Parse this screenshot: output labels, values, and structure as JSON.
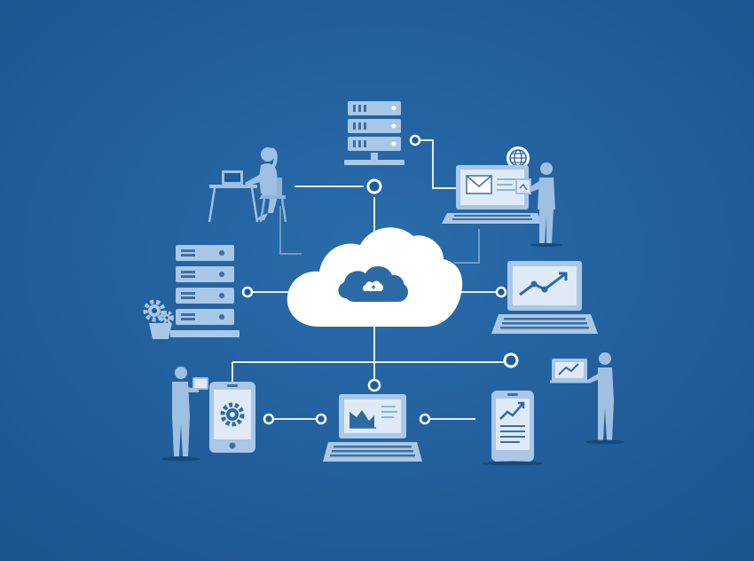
{
  "colors": {
    "background": "#1e5c99",
    "background_center": "#2a6cab",
    "line": "#dfe9f5",
    "icon_light": "#a9c7e6",
    "icon_mid": "#8cb3da",
    "icon_dark": "#3f6f9f",
    "screen": "#dfeaf6",
    "figure": "#9fc0e2",
    "cloud": "#ffffff",
    "cloud_badge": "#2c6aa5"
  },
  "nodes": [
    {
      "id": "cloud-hub",
      "icon": "cloud-icon"
    },
    {
      "id": "server-top",
      "icon": "server-rack-icon"
    },
    {
      "id": "server-left",
      "icon": "server-rack-icon"
    },
    {
      "id": "gears",
      "icon": "gear-icon"
    },
    {
      "id": "woman-at-desk",
      "icon": "person-laptop-icon"
    },
    {
      "id": "email-laptop",
      "icon": "laptop-email-icon"
    },
    {
      "id": "globe",
      "icon": "globe-icon"
    },
    {
      "id": "chart-laptop-right",
      "icon": "laptop-chart-icon"
    },
    {
      "id": "settings-phone",
      "icon": "phone-gear-icon"
    },
    {
      "id": "analytics-laptop",
      "icon": "laptop-analytics-icon"
    },
    {
      "id": "report-phone",
      "icon": "phone-chart-icon"
    },
    {
      "id": "man-with-tablet",
      "icon": "person-tablet-icon"
    },
    {
      "id": "man-with-laptop",
      "icon": "person-laptop-icon"
    }
  ]
}
